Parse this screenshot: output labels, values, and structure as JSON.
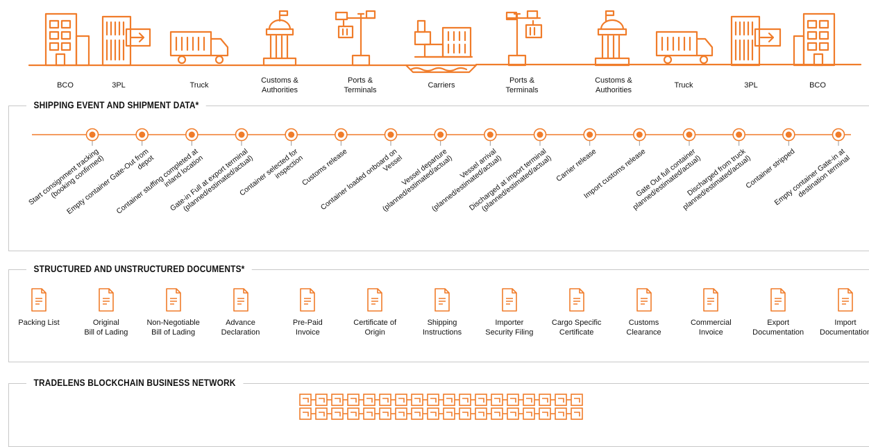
{
  "colors": {
    "accent": "#f07c2a",
    "border": "#c8c8c8",
    "text": "#111111"
  },
  "actors": [
    {
      "label": "BCO",
      "icon": "office-building-icon"
    },
    {
      "label": "3PL",
      "icon": "warehouse-icon"
    },
    {
      "label": "Truck",
      "icon": "truck-icon"
    },
    {
      "label": "Customs &\nAuthorities",
      "icon": "government-building-icon"
    },
    {
      "label": "Ports &\nTerminals",
      "icon": "port-crane-icon"
    },
    {
      "label": "Carriers",
      "icon": "cargo-ship-icon"
    },
    {
      "label": "Ports &\nTerminals",
      "icon": "port-crane-icon"
    },
    {
      "label": "Customs &\nAuthorities",
      "icon": "government-building-icon"
    },
    {
      "label": "Truck",
      "icon": "truck-icon"
    },
    {
      "label": "3PL",
      "icon": "warehouse-icon"
    },
    {
      "label": "BCO",
      "icon": "office-building-icon"
    }
  ],
  "events_section": {
    "title": "SHIPPING EVENT AND SHIPMENT DATA*",
    "events": [
      "Start consignment tracking\n(booking confirmed)",
      "Empty container Gate-Out from\ndepot",
      "Container stuffing completed at\ninland location",
      "Gate-in Full at export terminal\n(planned/estimated/actual)",
      "Container selected for\ninspection",
      "Customs release",
      "Container loaded onboard on\nVessel",
      "Vessel departure\n(planned/estimated/actual)",
      "Vessel arrival\n(planned/estimated/actual)",
      "Discharged at import terminal\n(planned/estimated/actual)",
      "Carrier release",
      "Import customs release",
      "Gate Out full container\nplanned/estimated/actual)",
      "Discharged from truck\nplanned/estimated/actual)",
      "Container stripped",
      "Empty container Gate-in at\ndestination terminal"
    ]
  },
  "documents_section": {
    "title": "STRUCTURED AND UNSTRUCTURED  DOCUMENTS*",
    "documents": [
      "Packing List",
      "Original\nBill of Lading",
      "Non-Negotiable\nBill of Lading",
      "Advance\nDeclaration",
      "Pre-Paid\nInvoice",
      "Certificate of\nOrigin",
      "Shipping\nInstructions",
      "Importer\nSecurity Filing",
      "Cargo Specific\nCertificate",
      "Customs\nClearance",
      "Commercial\nInvoice",
      "Export\nDocumentation",
      "Import\nDocumentation"
    ]
  },
  "network_section": {
    "title": "TRADELENS BLOCKCHAIN BUSINESS NETWORK"
  }
}
